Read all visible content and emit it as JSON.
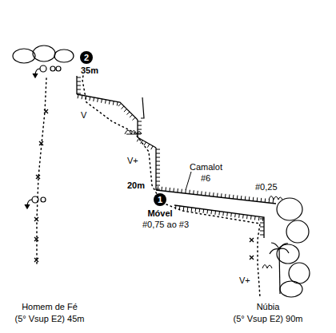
{
  "diagram": {
    "nodes": [
      {
        "text": [
          "2"
        ]
      },
      {
        "text": [
          "1"
        ]
      }
    ],
    "edges": [
      {
        "from": 1,
        "to": 0,
        "arrow": "none"
      }
    ],
    "labels": [
      "35m",
      "V",
      "V+",
      "20m",
      "Móvel",
      "#0,75 ao #3",
      "Camalot",
      "#6",
      "#0,25",
      "V+",
      "Homem de Fé",
      "(5° Vsup E2) 45m",
      "Núbia",
      "(5° Vsup E2) 90m"
    ]
  }
}
